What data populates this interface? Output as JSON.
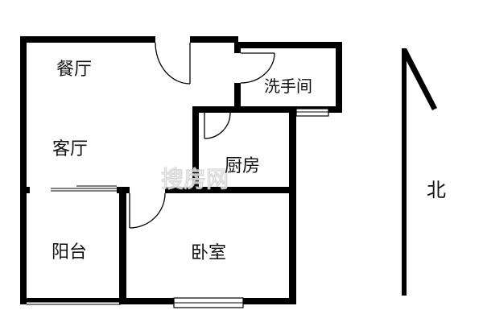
{
  "rooms": {
    "dining": "餐厅",
    "living": "客厅",
    "bathroom": "洗手间",
    "kitchen": "厨房",
    "balcony": "阳台",
    "bedroom": "卧室"
  },
  "compass": {
    "label": "北",
    "direction": "north"
  },
  "watermark": {
    "text": "搜房网"
  },
  "colors": {
    "wall": "#000000",
    "background": "#ffffff"
  }
}
